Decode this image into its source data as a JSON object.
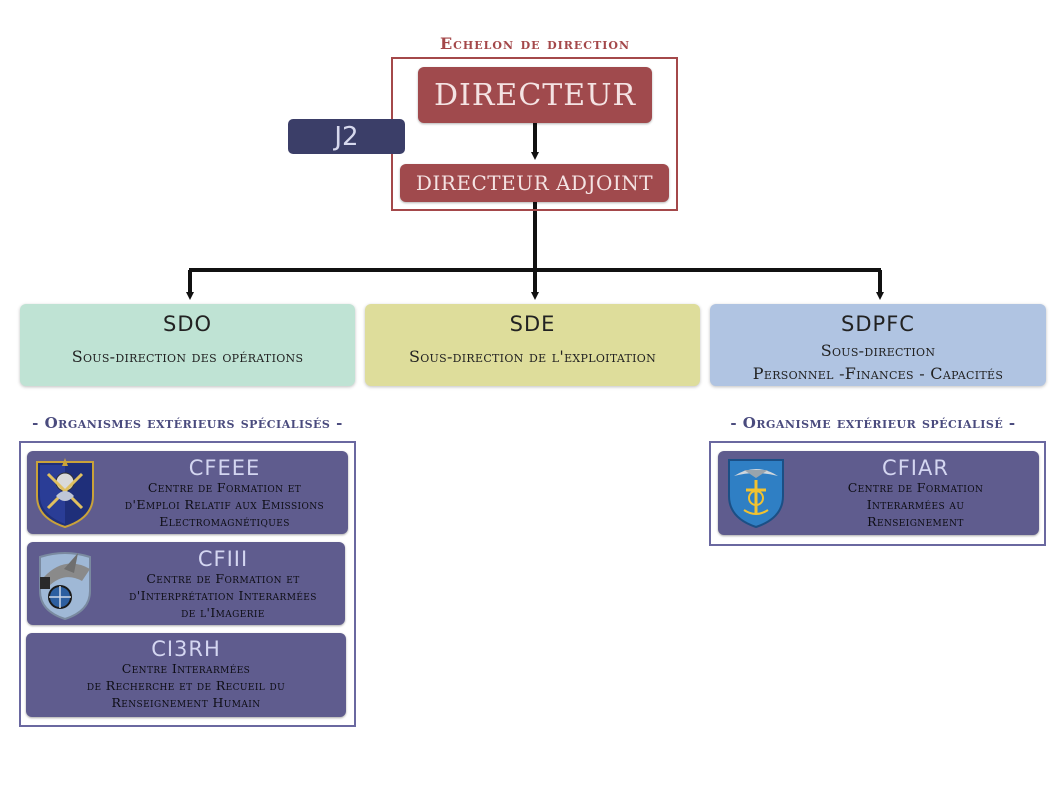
{
  "echelon": {
    "title": "Echelon de direction",
    "director": "DIRECTEUR",
    "deputy": "DIRECTEUR ADJOINT",
    "j2": "J2"
  },
  "subdirections": [
    {
      "code": "SDO",
      "line1": "Sous-direction des opérations",
      "line2": ""
    },
    {
      "code": "SDE",
      "line1": "Sous-direction de l'exploitation",
      "line2": ""
    },
    {
      "code": "SDPFC",
      "line1": "Sous-direction",
      "line2": "Personnel -Finances - Capacités"
    }
  ],
  "organisms_left": {
    "title": "- Organismes extérieurs spécialisés -",
    "items": [
      {
        "acronym": "CFEEE",
        "lines": [
          "Centre de Formation et",
          "d'Emploi Relatif aux Emissions",
          "Electromagnétiques"
        ]
      },
      {
        "acronym": "CFIII",
        "lines": [
          "Centre de Formation et",
          "d'Interprétation Interarmées",
          "de l'Imagerie"
        ]
      },
      {
        "acronym": "CI3RH",
        "lines": [
          "Centre Interarmées",
          "de Recherche et de Recueil du",
          "Renseignement Humain"
        ]
      }
    ]
  },
  "organisms_right": {
    "title": "- Organisme extérieur spécialisé -",
    "items": [
      {
        "acronym": "CFIAR",
        "lines": [
          "Centre de Formation",
          "Interarmées au",
          "Renseignement"
        ]
      }
    ]
  },
  "colors": {
    "direction": "#a04a4d",
    "j2": "#3b3e68",
    "sdo": "#bfe3d4",
    "sde": "#dedd9b",
    "sdpfc": "#b0c4e2",
    "organism": "#5f5c8e"
  }
}
